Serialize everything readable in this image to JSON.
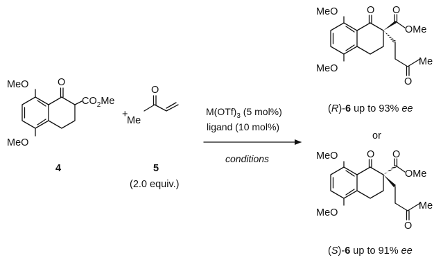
{
  "compounds": {
    "c4": {
      "number": "4",
      "ome_top": "MeO",
      "ome_bottom": "MeO",
      "ketone_o": "O",
      "ester_co": "CO",
      "ester_sub": "2",
      "ester_me": "Me"
    },
    "c5": {
      "number": "5",
      "equiv": "(2.0 equiv.)",
      "ketone_o": "O",
      "me": "Me"
    },
    "p_r": {
      "ome_top": "MeO",
      "ome_bottom": "MeO",
      "ketone_o": "O",
      "ester_o": "O",
      "ester_ome": "OMe",
      "chain_o": "O",
      "chain_me": "Me",
      "caption_open": "(",
      "caption_config": "R",
      "caption_mid": ")-",
      "caption_number": "6",
      "caption_text": " up to 93% ",
      "caption_ee": "ee"
    },
    "p_s": {
      "ome_top": "MeO",
      "ome_bottom": "MeO",
      "ketone_o": "O",
      "ester_o": "O",
      "ester_ome": "OMe",
      "chain_o": "O",
      "chain_me": "Me",
      "caption_open": "(",
      "caption_config": "S",
      "caption_mid": ")-",
      "caption_number": "6",
      "caption_text": " up to 91% ",
      "caption_ee": "ee"
    }
  },
  "plus": "+",
  "or": "or",
  "reaction": {
    "catalyst_a": "M(OTf)",
    "catalyst_sub": "3",
    "catalyst_b": " (5 mol%)",
    "ligand": "ligand (10 mol%)",
    "conditions": "conditions"
  }
}
